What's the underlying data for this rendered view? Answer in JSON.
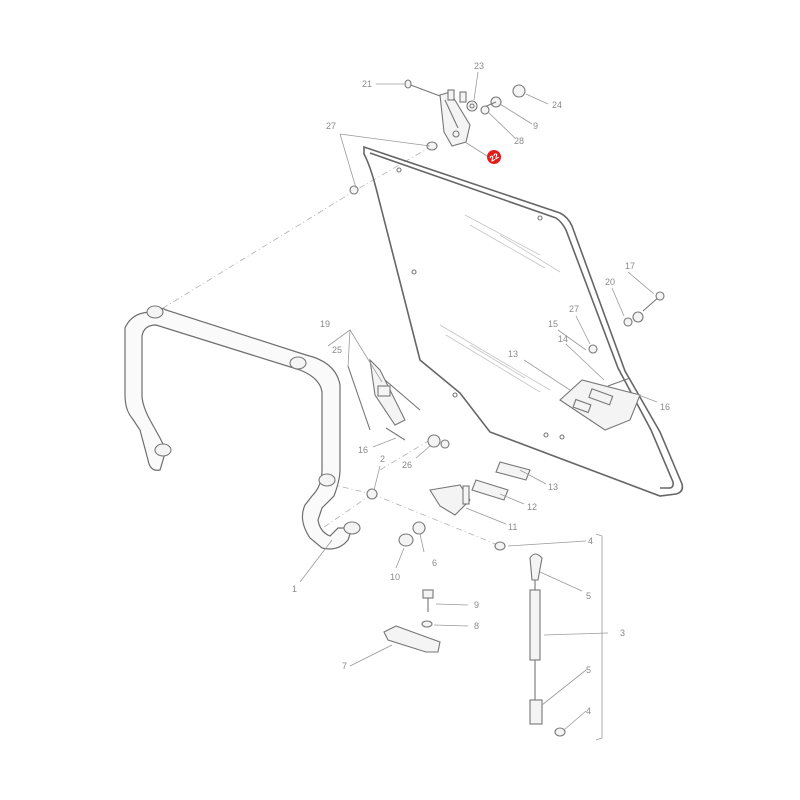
{
  "diagram": {
    "highlighted_callout": "22",
    "highlight_color": "#e21b1b",
    "line_color": "#8a8a8a",
    "callouts": {
      "c1": "1",
      "c2": "2",
      "c3": "3",
      "c4a": "4",
      "c4b": "4",
      "c5a": "5",
      "c5b": "5",
      "c6": "6",
      "c7": "7",
      "c8": "8",
      "c9a": "9",
      "c9b": "9",
      "c10": "10",
      "c11": "11",
      "c12": "12",
      "c13a": "13",
      "c13b": "13",
      "c14": "14",
      "c15": "15",
      "c16a": "16",
      "c16b": "16",
      "c17": "17",
      "c19": "19",
      "c20": "20",
      "c21": "21",
      "c22": "22",
      "c23": "23",
      "c24": "24",
      "c25": "25",
      "c26": "26",
      "c27a": "27",
      "c27b": "27",
      "c28": "28"
    }
  }
}
